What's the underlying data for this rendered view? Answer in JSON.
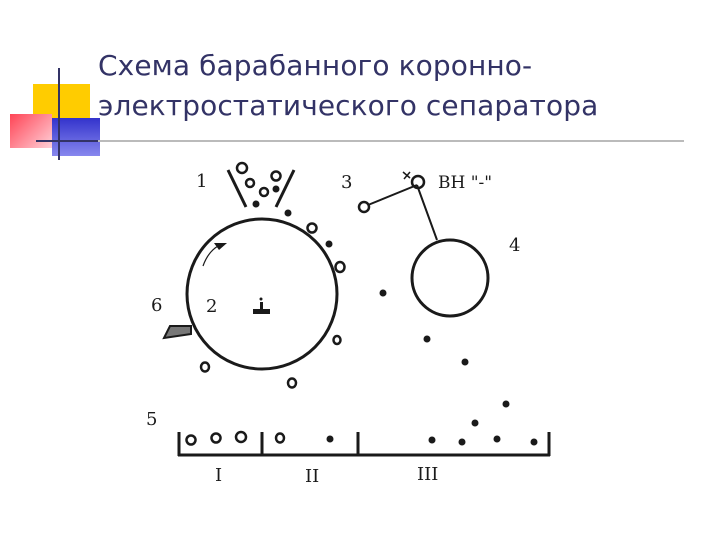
{
  "title": {
    "line1": "Схема барабанного коронно-",
    "line2": "электростатического сепаратора"
  },
  "colors": {
    "title": "#333366",
    "accent_yellow": "#ffcc00",
    "accent_blue": "#3333cc",
    "accent_pink": "#ff6677",
    "rule": "#bbbbbb",
    "ink": "#1a1a1a"
  },
  "diagram": {
    "labels": {
      "feeder": "1",
      "drum": "2",
      "corona_electrode": "3",
      "deflecting_electrode": "4",
      "collector": "5",
      "brush": "6",
      "voltage": "ВН \"-\"",
      "bin_1": "I",
      "bin_2": "II",
      "bin_3": "III"
    }
  }
}
